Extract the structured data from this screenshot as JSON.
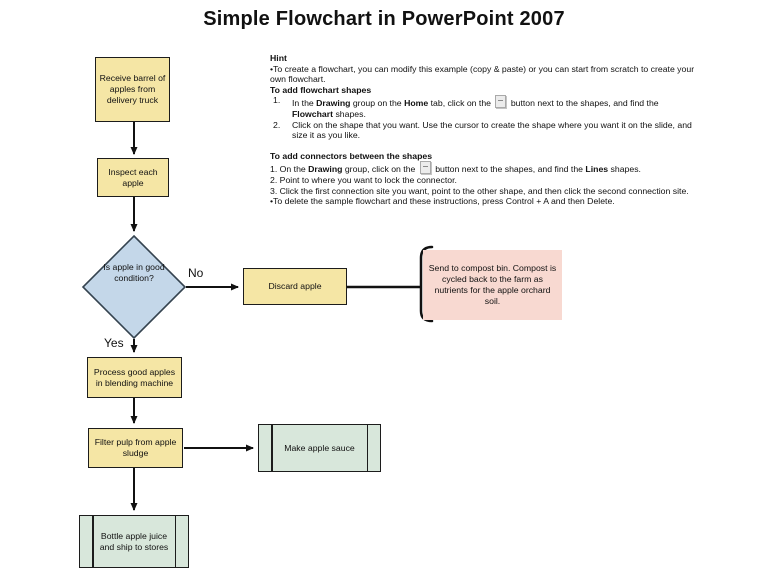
{
  "title": "Simple Flowchart in PowerPoint 2007",
  "colors": {
    "process_fill": "#F5E6A5",
    "diamond_fill": "#C4D7E9",
    "predefined_fill": "#D8E7DB",
    "callout_fill": "#F8D9D1",
    "border": "#1C1C1C",
    "text": "#1A1A1A"
  },
  "hint": {
    "paragraphs": [
      {
        "segments": [
          {
            "t": "Hint",
            "b": true
          }
        ]
      },
      {
        "segments": [
          {
            "t": "•To create a flowchart, you can modify this example (copy & paste) or you can start from scratch to create your own flowchart."
          }
        ]
      },
      {
        "segments": [
          {
            "t": "To add flowchart shapes",
            "b": true
          }
        ]
      },
      {
        "style": "hang",
        "num": "1.",
        "segments": [
          {
            "t": "In the "
          },
          {
            "t": "Drawing",
            "b": true
          },
          {
            "t": " group on the "
          },
          {
            "t": "Home",
            "b": true
          },
          {
            "t": " tab, click on the "
          },
          {
            "icon": true
          },
          {
            "t": " button next to the shapes, and find the "
          },
          {
            "t": "Flowchart",
            "b": true
          },
          {
            "t": " shapes."
          }
        ]
      },
      {
        "style": "hang",
        "num": "2.",
        "segments": [
          {
            "t": "Click on the shape that you want. Use the cursor to create the shape where you want it on the slide, and size it as you like."
          }
        ]
      },
      {
        "style": "gap",
        "segments": []
      },
      {
        "segments": [
          {
            "t": "To add connectors between the shapes",
            "b": true
          }
        ]
      },
      {
        "segments": [
          {
            "t": "1. On the "
          },
          {
            "t": "Drawing",
            "b": true
          },
          {
            "t": " group, click on the "
          },
          {
            "icon": true
          },
          {
            "t": " button next to the shapes, and find the "
          },
          {
            "t": "Lines",
            "b": true
          },
          {
            "t": " shapes."
          }
        ]
      },
      {
        "segments": [
          {
            "t": "2. Point to where you want to lock the connector."
          }
        ]
      },
      {
        "segments": [
          {
            "t": "3. Click the first connection site you want, point to the other shape, and then click the second connection site."
          }
        ]
      },
      {
        "segments": [
          {
            "t": "•To delete the sample flowchart and these instructions, press Control + A and then Delete."
          }
        ]
      }
    ]
  },
  "flowchart": {
    "receive": "Receive barrel of apples from delivery truck",
    "inspect": "Inspect each apple",
    "decision": "Is apple in good condition?",
    "no_label": "No",
    "yes_label": "Yes",
    "discard": "Discard apple",
    "compost": "Send to compost bin. Compost is cycled back to the farm as nutrients for the apple orchard soil.",
    "process": "Process good apples in blending machine",
    "filter": "Filter pulp from apple sludge",
    "sauce": "Make apple sauce",
    "bottle": "Bottle apple juice and ship to stores"
  }
}
